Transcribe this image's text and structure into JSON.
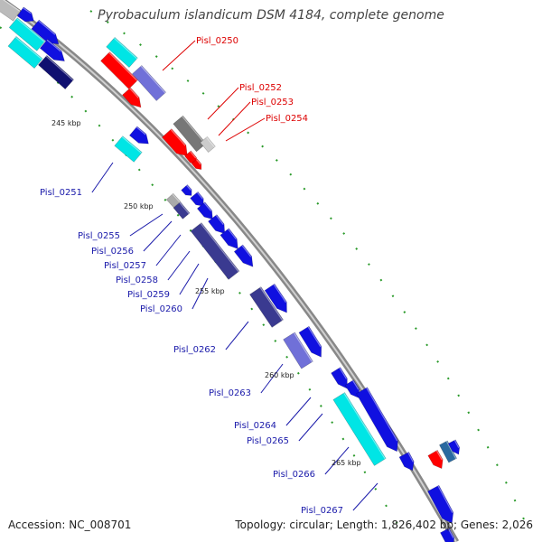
{
  "title": "Pyrobaculum islandicum DSM 4184, complete genome",
  "footer": {
    "accession": "Accession: NC_008701",
    "stats": "Topology: circular; Length: 1,826,402 bp; Genes: 2,026"
  },
  "colors": {
    "highlight": "#ff0000",
    "gene_blue": "#1010e0",
    "gene_dark": "#3a3a90",
    "gene_light_purple": "#7070d8",
    "gene_cyan": "#00e5e5",
    "gene_grey": "#777777",
    "backbone": "#888888",
    "label_red": "#dd0000",
    "label_blue": "#1a1aaa",
    "dots": "#2a9a2a"
  },
  "ticks": [
    "245 kbp",
    "250 kbp",
    "255 kbp",
    "260 kbp",
    "265 kbp"
  ],
  "gene_labels": {
    "highlighted": [
      "Pisl_0250",
      "Pisl_0252",
      "Pisl_0253",
      "Pisl_0254"
    ],
    "others": [
      "Pisl_0251",
      "Pisl_0255",
      "Pisl_0256",
      "Pisl_0257",
      "Pisl_0258",
      "Pisl_0259",
      "Pisl_0260",
      "Pisl_0262",
      "Pisl_0263",
      "Pisl_0264",
      "Pisl_0265",
      "Pisl_0266",
      "Pisl_0267"
    ]
  }
}
